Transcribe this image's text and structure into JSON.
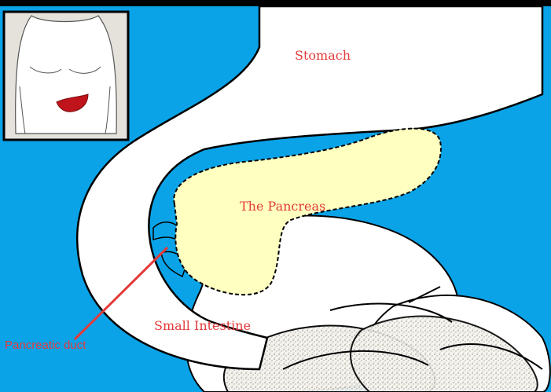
{
  "colors": {
    "background_blue": "#0aa3e8",
    "frame_black": "#000000",
    "organ_white": "#ffffff",
    "pancreas_fill": "#ffffc0",
    "label_red": "#e33a3a",
    "inset_background": "#e4e2db"
  },
  "labels": {
    "stomach": "Stomach",
    "pancreas": "The Pancreas",
    "small_intestine": "Small Intestine",
    "pancreatic_duct": "Pancreatic duct"
  },
  "inset": {
    "icon": "torso-locator-icon",
    "highlight": "pancreas-location"
  }
}
